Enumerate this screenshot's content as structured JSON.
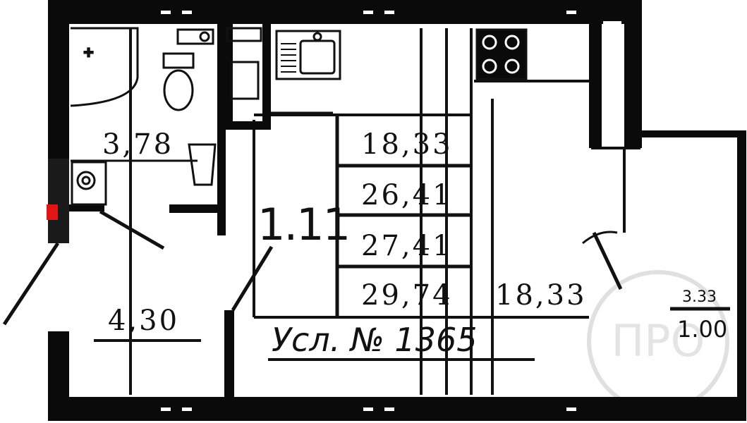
{
  "plan": {
    "colors": {
      "wall": "#0a0a0a",
      "line": "#111111",
      "background": "#ffffff",
      "marker": "#e01515",
      "watermark": "#c8c8c8"
    },
    "rooms": {
      "bathroom_area": "3,78",
      "hall_area": "4,30",
      "storage_area": "1.11",
      "living_area": "18,33",
      "balcony_area": "3.33",
      "balcony_coefficient": "1.00"
    },
    "area_options": [
      "18,33",
      "26,41",
      "27,41",
      "29,74"
    ],
    "unit_title": "Усл. № 1365",
    "fixtures": [
      "bathtub",
      "toilet",
      "washbasin",
      "washing-machine",
      "kitchen-sink",
      "stove"
    ],
    "watermark": {
      "letters": "ПРО",
      "icon": "circle-watermark-icon"
    }
  }
}
